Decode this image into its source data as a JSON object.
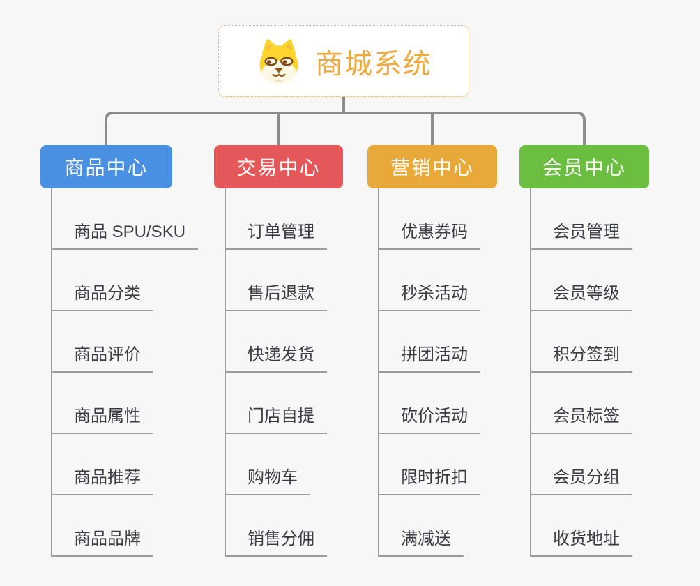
{
  "root": {
    "label": "商城系统",
    "icon": "shiba-dog-icon",
    "text_color": "#f0a93d",
    "border_color": "#f2ab4a"
  },
  "connector_color": "#8c8c8c",
  "branch_line_color": "#9c9c9c",
  "background_color": "#f7f7f8",
  "branches": [
    {
      "label": "商品中心",
      "color": "#4a90e2",
      "children": [
        "商品 SPU/SKU",
        "商品分类",
        "商品评价",
        "商品属性",
        "商品推荐",
        "商品品牌"
      ]
    },
    {
      "label": "交易中心",
      "color": "#e4585a",
      "children": [
        "订单管理",
        "售后退款",
        "快递发货",
        "门店自提",
        "购物车",
        "销售分佣"
      ]
    },
    {
      "label": "营销中心",
      "color": "#e9a93a",
      "children": [
        "优惠券码",
        "秒杀活动",
        "拼团活动",
        "砍价活动",
        "限时折扣",
        "满减送"
      ]
    },
    {
      "label": "会员中心",
      "color": "#6abe40",
      "children": [
        "会员管理",
        "会员等级",
        "积分签到",
        "会员标签",
        "会员分组",
        "收货地址"
      ]
    }
  ]
}
